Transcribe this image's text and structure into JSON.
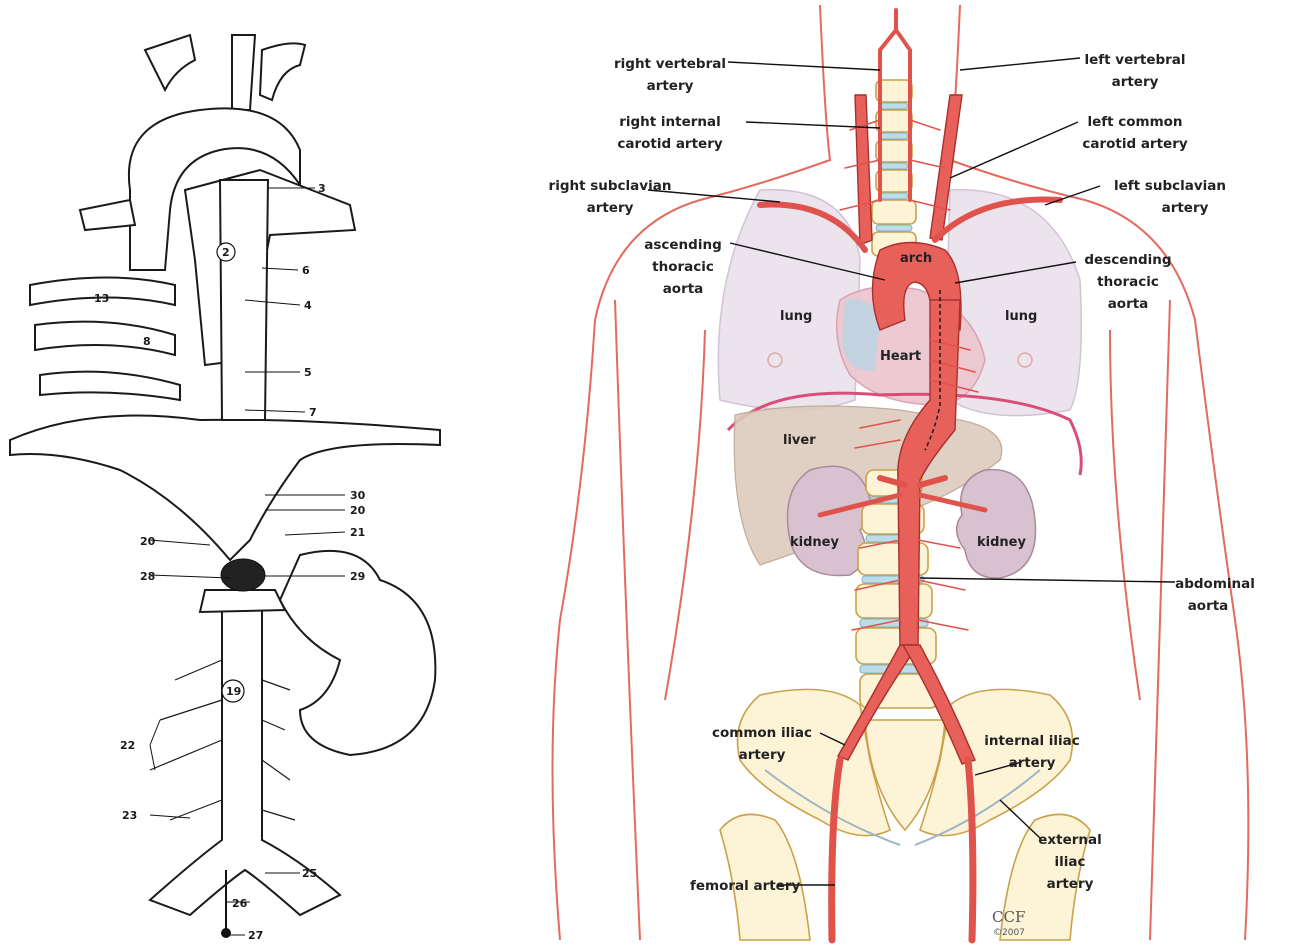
{
  "left_figure": {
    "numbers": {
      "n3": "3",
      "n2": "2",
      "n6": "6",
      "n4": "4",
      "n13": "13",
      "n8": "8",
      "n5": "5",
      "n7": "7",
      "n30": "30",
      "n20a": "20",
      "n20b": "20",
      "n21": "21",
      "n28": "28",
      "n29": "29",
      "n19": "19",
      "n22": "22",
      "n23": "23",
      "n25": "25",
      "n26": "26",
      "n27": "27"
    }
  },
  "right_figure": {
    "labels": {
      "right_vertebral_1": "right vertebral",
      "right_vertebral_2": "artery",
      "left_vertebral_1": "left vertebral",
      "left_vertebral_2": "artery",
      "right_internal_carotid_1": "right internal",
      "right_internal_carotid_2": "carotid artery",
      "left_common_carotid_1": "left common",
      "left_common_carotid_2": "carotid artery",
      "right_subclavian_1": "right subclavian",
      "right_subclavian_2": "artery",
      "left_subclavian_1": "left subclavian",
      "left_subclavian_2": "artery",
      "ascending_1": "ascending",
      "ascending_2": "thoracic",
      "ascending_3": "aorta",
      "descending_1": "descending",
      "descending_2": "thoracic",
      "descending_3": "aorta",
      "arch": "arch",
      "lung_left": "lung",
      "lung_right": "lung",
      "heart": "Heart",
      "liver": "liver",
      "kidney_left": "kidney",
      "kidney_right": "kidney",
      "abdominal_1": "abdominal",
      "abdominal_2": "aorta",
      "common_iliac_1": "common iliac",
      "common_iliac_2": "artery",
      "internal_iliac_1": "internal iliac",
      "internal_iliac_2": "artery",
      "external_iliac_1": "external",
      "external_iliac_2": "iliac",
      "external_iliac_3": "artery",
      "femoral": "femoral artery",
      "credit_1": "CCF",
      "credit_2": "©2007"
    }
  }
}
